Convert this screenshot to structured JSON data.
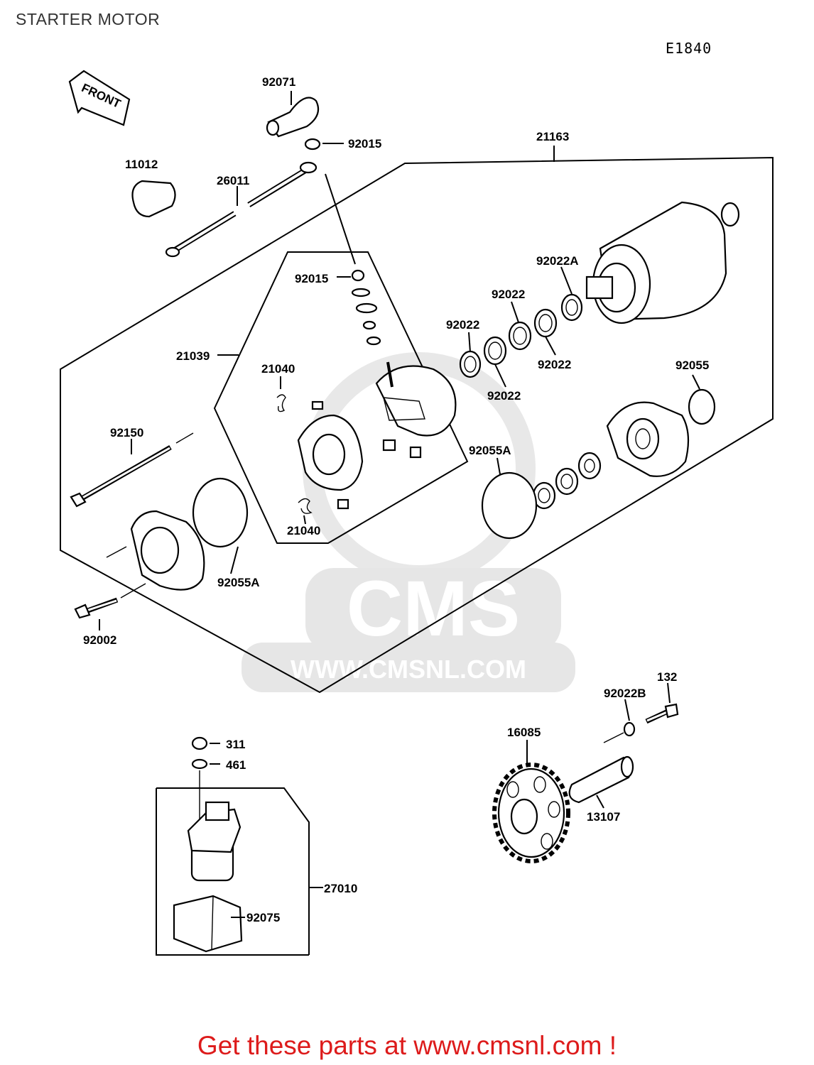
{
  "page_title": "STARTER MOTOR",
  "diagram_code": "E1840",
  "front_arrow_label": "FRONT",
  "watermark": {
    "brand": "CMS",
    "url": "WWW.CMSNL.COM"
  },
  "labels": {
    "p92071": "92071",
    "p92015_top": "92015",
    "p21163": "21163",
    "p11012": "11012",
    "p26011": "26011",
    "p92015_mid": "92015",
    "p92022A": "92022A",
    "p92022_a": "92022",
    "p92022_b": "92022",
    "p92022_c": "92022",
    "p92022_d": "92022",
    "p21039": "21039",
    "p21040_top": "21040",
    "p92055": "92055",
    "p92150": "92150",
    "p92055A_right": "92055A",
    "p21040_bot": "21040",
    "p92055A_left": "92055A",
    "p92002": "92002",
    "p132": "132",
    "p92022B": "92022B",
    "p311": "311",
    "p461": "461",
    "p16085": "16085",
    "p13107": "13107",
    "p27010": "27010",
    "p92075": "92075"
  },
  "footer_text": "Get these parts at www.cmsnl.com !",
  "colors": {
    "footer": "#dd1b1b",
    "line": "#000000",
    "watermark": "#e6e6e6"
  }
}
